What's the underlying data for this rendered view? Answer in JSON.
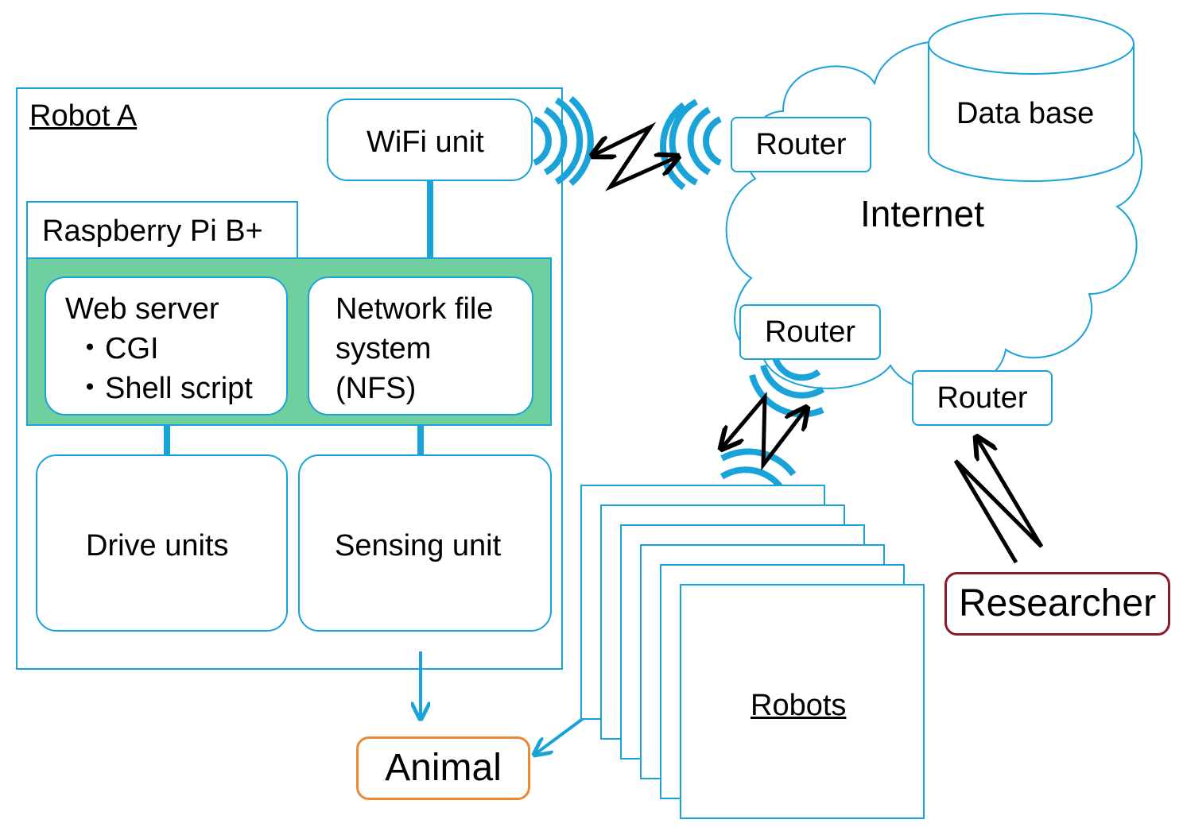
{
  "robot_a": {
    "title": "Robot A",
    "wifi_unit": "WiFi unit",
    "raspberry_pi": "Raspberry Pi B+",
    "web_server": {
      "title": "Web server",
      "items": [
        "・CGI",
        "・Shell script"
      ]
    },
    "nfs": {
      "lines": [
        "Network file",
        "system",
        "(NFS)"
      ]
    },
    "drive_units": "Drive units",
    "sensing_unit": "Sensing unit"
  },
  "internet": {
    "label": "Internet",
    "database": "Data base",
    "routers": [
      "Router",
      "Router",
      "Router"
    ]
  },
  "robots_label": "Robots",
  "animal_label": "Animal",
  "researcher_label": "Researcher",
  "colors": {
    "line_blue": "#1aa3d9",
    "green_fill": "#6fcf9e",
    "animal_border": "#ee8833",
    "researcher_border": "#8b1a2b"
  }
}
